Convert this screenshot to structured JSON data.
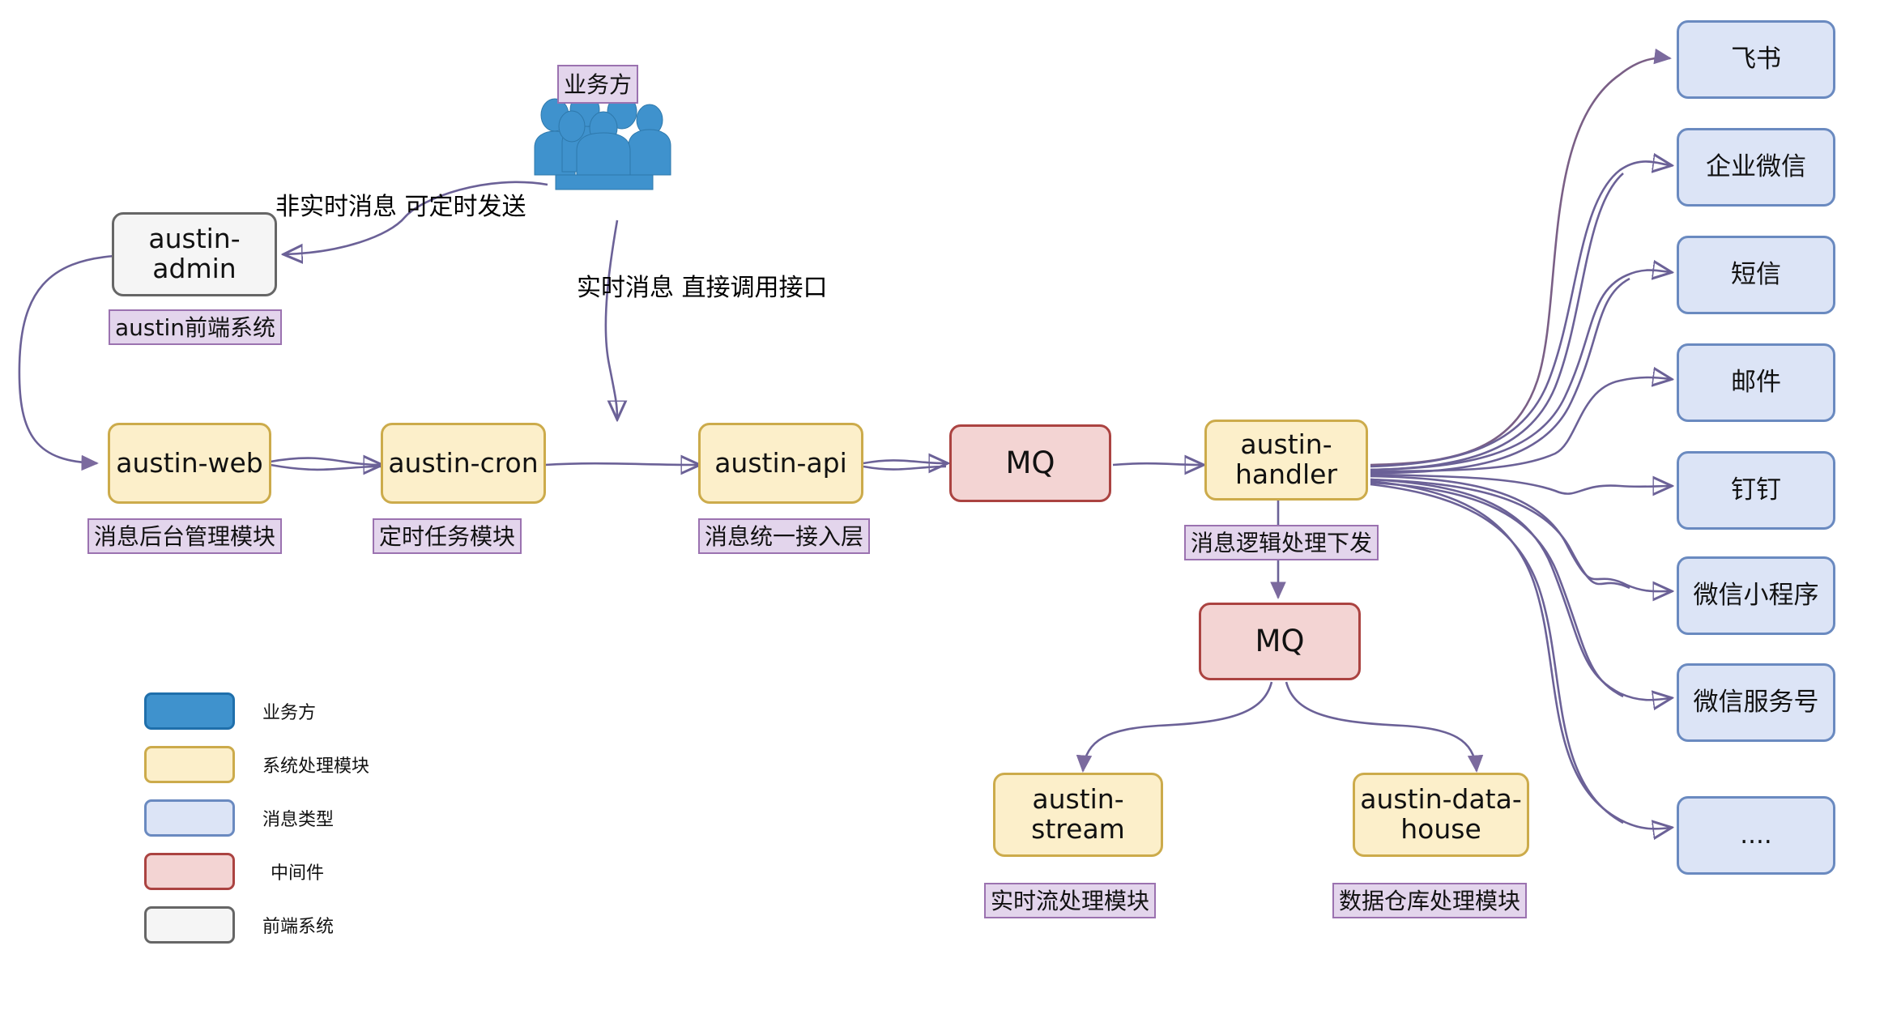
{
  "diagram": {
    "title": "austin message push system architecture",
    "colors": {
      "module_fill": "#fcefca",
      "module_border": "#ccab4b",
      "mq_fill": "#f3d4d3",
      "mq_border": "#ab4341",
      "channel_fill": "#dce4f6",
      "channel_border": "#6a8ac0",
      "frontend_fill": "#f5f5f5",
      "frontend_border": "#666666",
      "business_fill": "#3f92cd",
      "annotation_fill": "#e3d5ec",
      "annotation_border": "#9b72b0",
      "edge": "#6b6197"
    }
  },
  "nodes": {
    "austin_admin": {
      "label": "austin-admin",
      "annotation": "austin前端系统"
    },
    "business_party": {
      "label": "业务方",
      "icon": "people-group-icon"
    },
    "austin_web": {
      "label": "austin-web",
      "annotation": "消息后台管理模块"
    },
    "austin_cron": {
      "label": "austin-cron",
      "annotation": "定时任务模块"
    },
    "austin_api": {
      "label": "austin-api",
      "annotation": "消息统一接入层"
    },
    "mq_main": {
      "label": "MQ"
    },
    "austin_handler": {
      "label": "austin-\nhandler",
      "annotation": "消息逻辑处理下发"
    },
    "mq_second": {
      "label": "MQ"
    },
    "austin_stream": {
      "label": "austin-\nstream",
      "annotation": "实时流处理模块"
    },
    "austin_data_house": {
      "label": "austin-data-\nhouse",
      "annotation": "数据仓库处理模块"
    }
  },
  "channels": [
    {
      "label": "飞书"
    },
    {
      "label": "企业微信"
    },
    {
      "label": "短信"
    },
    {
      "label": "邮件"
    },
    {
      "label": "钉钉"
    },
    {
      "label": "微信小程序"
    },
    {
      "label": "微信服务号"
    },
    {
      "label": "...."
    }
  ],
  "edge_labels": {
    "non_realtime": "非实时消息 可定时发送",
    "realtime": "实时消息 直接调用接口"
  },
  "legend": [
    {
      "label": "业务方",
      "fill": "#3f92cd",
      "border": "#1f6fab"
    },
    {
      "label": "系统处理模块",
      "fill": "#fcefca",
      "border": "#ccab4b"
    },
    {
      "label": "消息类型",
      "fill": "#dce4f6",
      "border": "#6a8ac0"
    },
    {
      "label": "中间件",
      "fill": "#f3d4d3",
      "border": "#ab4341"
    },
    {
      "label": "前端系统",
      "fill": "#f5f5f5",
      "border": "#666666"
    }
  ]
}
